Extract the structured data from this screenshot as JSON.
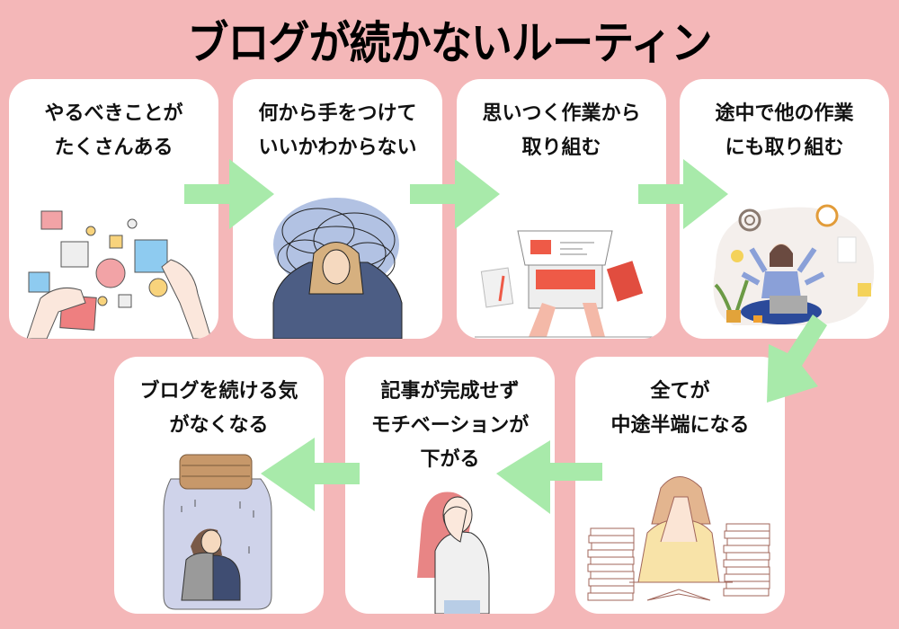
{
  "title": "ブログが続かないルーティン",
  "colors": {
    "background": "#f4b7b8",
    "card": "#ffffff",
    "arrow": "#a8eaaa",
    "text": "#111111"
  },
  "steps": [
    {
      "label": "やるべきことが\nたくさんある",
      "illustration": "sticky-notes-hands"
    },
    {
      "label": "何から手をつけて\nいいかわからない",
      "illustration": "confused-woman-scribbles"
    },
    {
      "label": "思いつく作業から\n取り組む",
      "illustration": "laptop-typing"
    },
    {
      "label": "途中で他の作業\nにも取り組む",
      "illustration": "multitasking-woman"
    },
    {
      "label": "全てが\n中途半端になる",
      "illustration": "woman-covering-face-books"
    },
    {
      "label": "記事が完成せず\nモチベーションが\n下がる",
      "illustration": "sad-woman-head-in-hand"
    },
    {
      "label": "ブログを続ける気\nがなくなる",
      "illustration": "woman-in-jar"
    }
  ]
}
